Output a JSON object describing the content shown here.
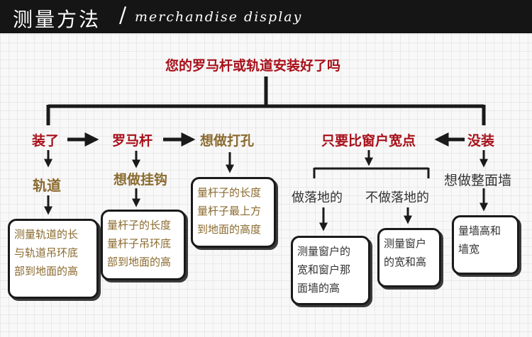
{
  "header": {
    "title": "测量方法",
    "slash": "/",
    "subtitle": "merchandise display"
  },
  "diagram": {
    "question": "您的罗马杆或轨道安装好了吗",
    "installed": "装了",
    "not_installed": "没装",
    "track": "轨道",
    "roman_rod": "罗马杆",
    "want_hole": "想做打孔",
    "want_hook": "想做挂钩",
    "wider_window": "只要比窗户宽点",
    "floor_length": "做落地的",
    "not_floor_length": "不做落地的",
    "full_wall": "想做整面墙",
    "box_track": "测量轨道的长\n与轨道吊环底\n部到地面的高",
    "box_hook": "量杆子的长度\n量杆子吊环底\n部到地面的高",
    "box_hole": "量杆子的长度\n量杆子最上方\n到地面的高度",
    "box_floor": "测量窗户的\n宽和窗户那\n面墙的高",
    "box_not_floor": "测量窗户\n的宽和高",
    "box_wall": "量墙高和\n墙宽"
  }
}
